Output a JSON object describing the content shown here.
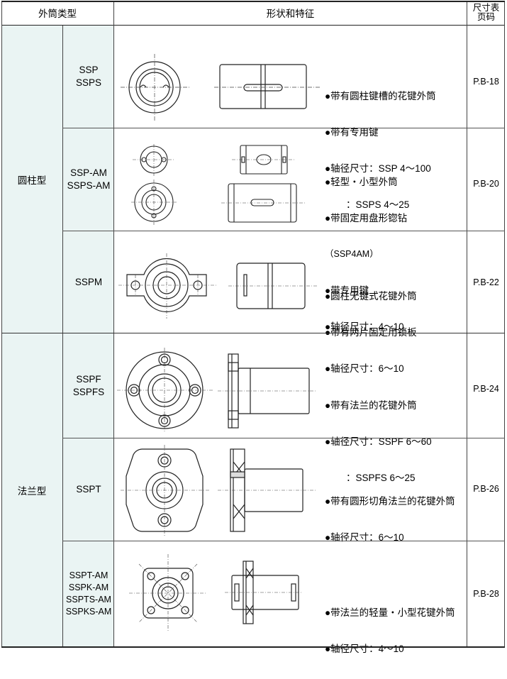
{
  "header": {
    "col_type": "外筒类型",
    "col_shape": "形状和特征",
    "col_page_line1": "尺寸表",
    "col_page_line2": "页码"
  },
  "groups": [
    {
      "label": "圆柱型"
    },
    {
      "label": "法兰型"
    }
  ],
  "rows": [
    {
      "models": [
        "SSP",
        "SSPS"
      ],
      "features": [
        "●带有圆柱键槽的花键外筒",
        "●带有专用键",
        "●轴径尺寸：SSP 4～100",
        "        ：SSPS 4～25"
      ],
      "page": "P.B-18"
    },
    {
      "models": [
        "SSP-AM",
        "SSPS-AM"
      ],
      "features": [
        "●轻型・小型外筒",
        "●带固定用盘形锪钻",
        "（SSP4AM）",
        "●带专用键",
        "●轴径尺寸：4～10"
      ],
      "page": "P.B-20"
    },
    {
      "models": [
        "SSPM"
      ],
      "features": [
        "●圆柱无键式花键外筒",
        "●带有两片固定用锁板",
        "●轴径尺寸：6～10"
      ],
      "page": "P.B-22"
    },
    {
      "models": [
        "SSPF",
        "SSPFS"
      ],
      "features": [
        "●带有法兰的花键外筒",
        "●轴径尺寸：SSPF 6～60",
        "        ：SSPFS 6～25"
      ],
      "page": "P.B-24"
    },
    {
      "models": [
        "SSPT"
      ],
      "features": [
        "●带有圆形切角法兰的花键外筒",
        "●轴径尺寸：6～10"
      ],
      "page": "P.B-26"
    },
    {
      "models": [
        "SSPT-AM",
        "SSPK-AM",
        "SSPTS-AM",
        "SSPKS-AM"
      ],
      "features": [
        "●带法兰的轻量・小型花键外筒",
        "●轴径尺寸：4～10"
      ],
      "page": "P.B-28"
    }
  ],
  "colors": {
    "category_bg": "#eaf4f3",
    "line": "#444444"
  }
}
